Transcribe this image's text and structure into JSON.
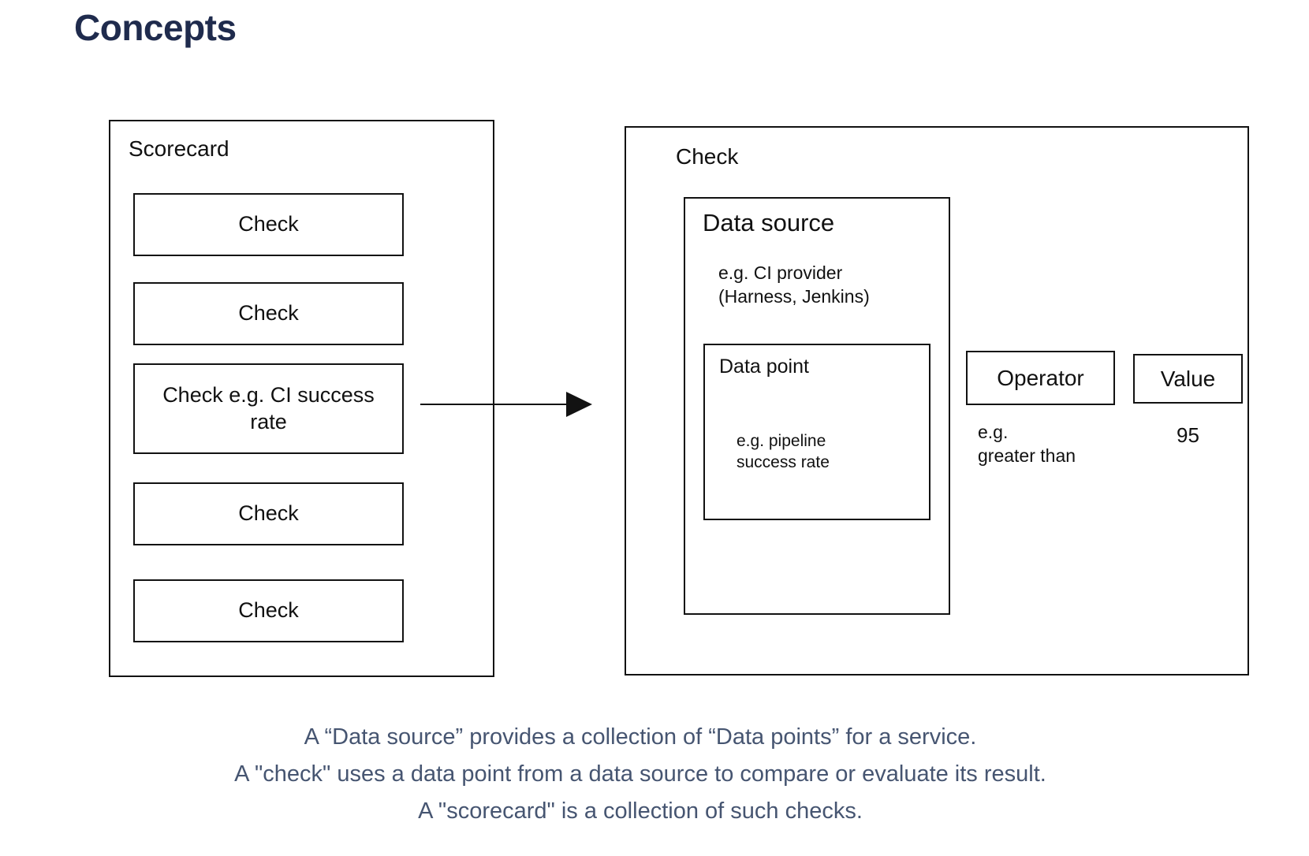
{
  "page": {
    "title": "Concepts"
  },
  "scorecard": {
    "label": "Scorecard",
    "checks": [
      {
        "label": "Check"
      },
      {
        "label": "Check"
      },
      {
        "label": "Check e.g. CI success rate"
      },
      {
        "label": "Check"
      },
      {
        "label": "Check"
      }
    ]
  },
  "check_detail": {
    "label": "Check",
    "data_source": {
      "label": "Data source",
      "example": "e.g. CI provider\n(Harness, Jenkins)",
      "data_point": {
        "label": "Data point",
        "example": "e.g. pipeline\nsuccess rate"
      }
    },
    "operator": {
      "label": "Operator",
      "example": "e.g.\ngreater than"
    },
    "value": {
      "label": "Value",
      "example": "95"
    }
  },
  "footer": {
    "lines": [
      "A “Data source” provides a collection of “Data points” for a service.",
      "A \"check\" uses a data point from a data source to compare or evaluate its result.",
      "A \"scorecard\" is a collection of such checks."
    ]
  },
  "colors": {
    "title_text": "#1f2b4d",
    "footer_text": "#465571",
    "stroke": "#121212",
    "background": "#ffffff"
  }
}
